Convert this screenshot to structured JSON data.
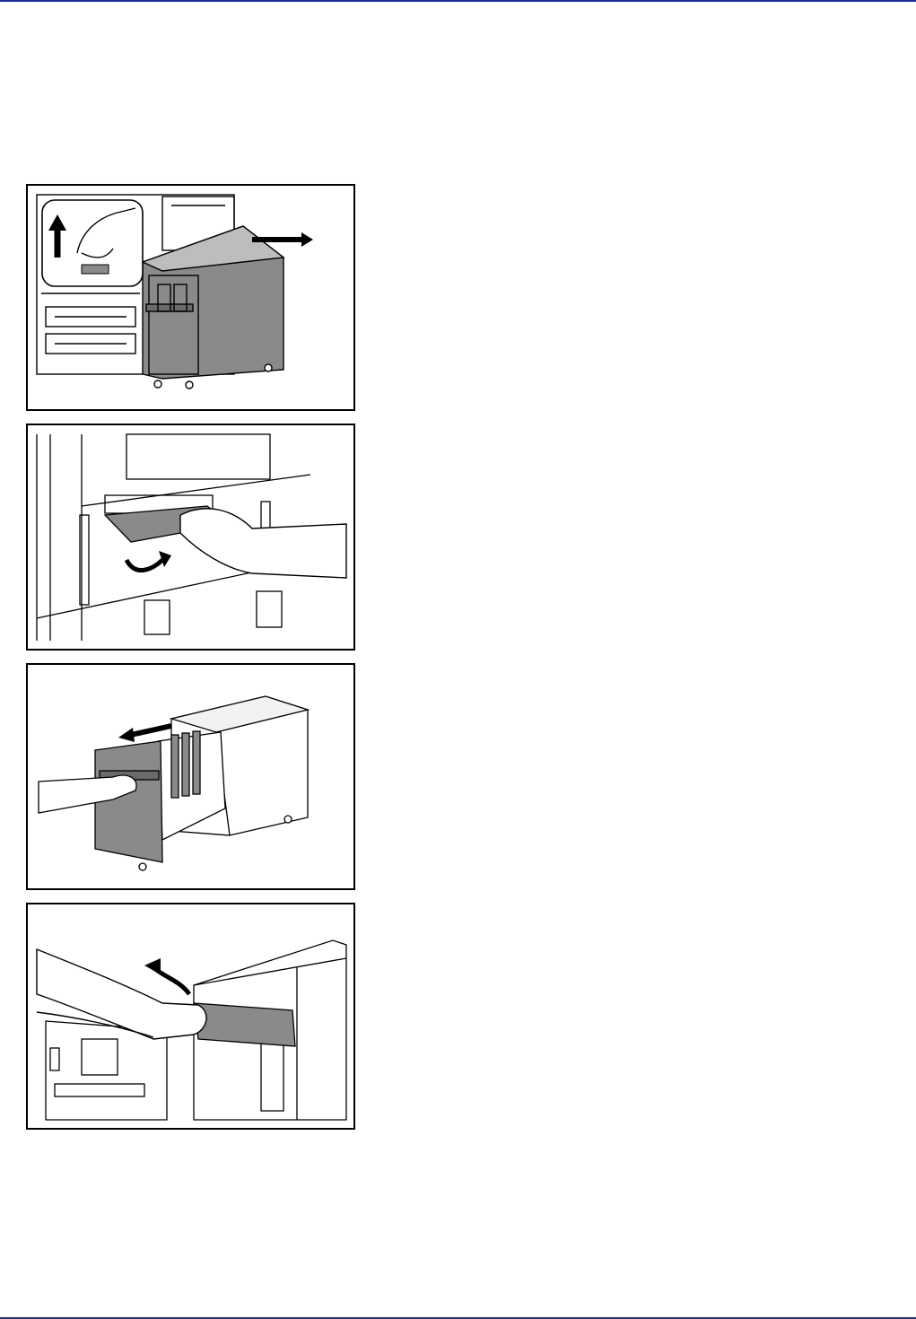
{
  "page": {
    "header_rule_color": "#1f2f8f",
    "footer_rule_color": "#1f2f8f"
  },
  "figures": [
    {
      "name": "step-1-illustration",
      "depicts": "lift-lock-and-slide-cabinet-right"
    },
    {
      "name": "step-2-illustration",
      "depicts": "remove-jammed-paper-from-feed-slot"
    },
    {
      "name": "step-3-illustration",
      "depicts": "pull-out-large-capacity-feeder-drawer"
    },
    {
      "name": "step-4-illustration",
      "depicts": "remove-jammed-paper-from-drawer-top"
    }
  ],
  "icons": {
    "up_arrow": "arrow-up-icon",
    "right_arrow": "arrow-right-icon",
    "left_arrow": "arrow-left-icon",
    "curved_arrow": "curved-arrow-icon"
  }
}
